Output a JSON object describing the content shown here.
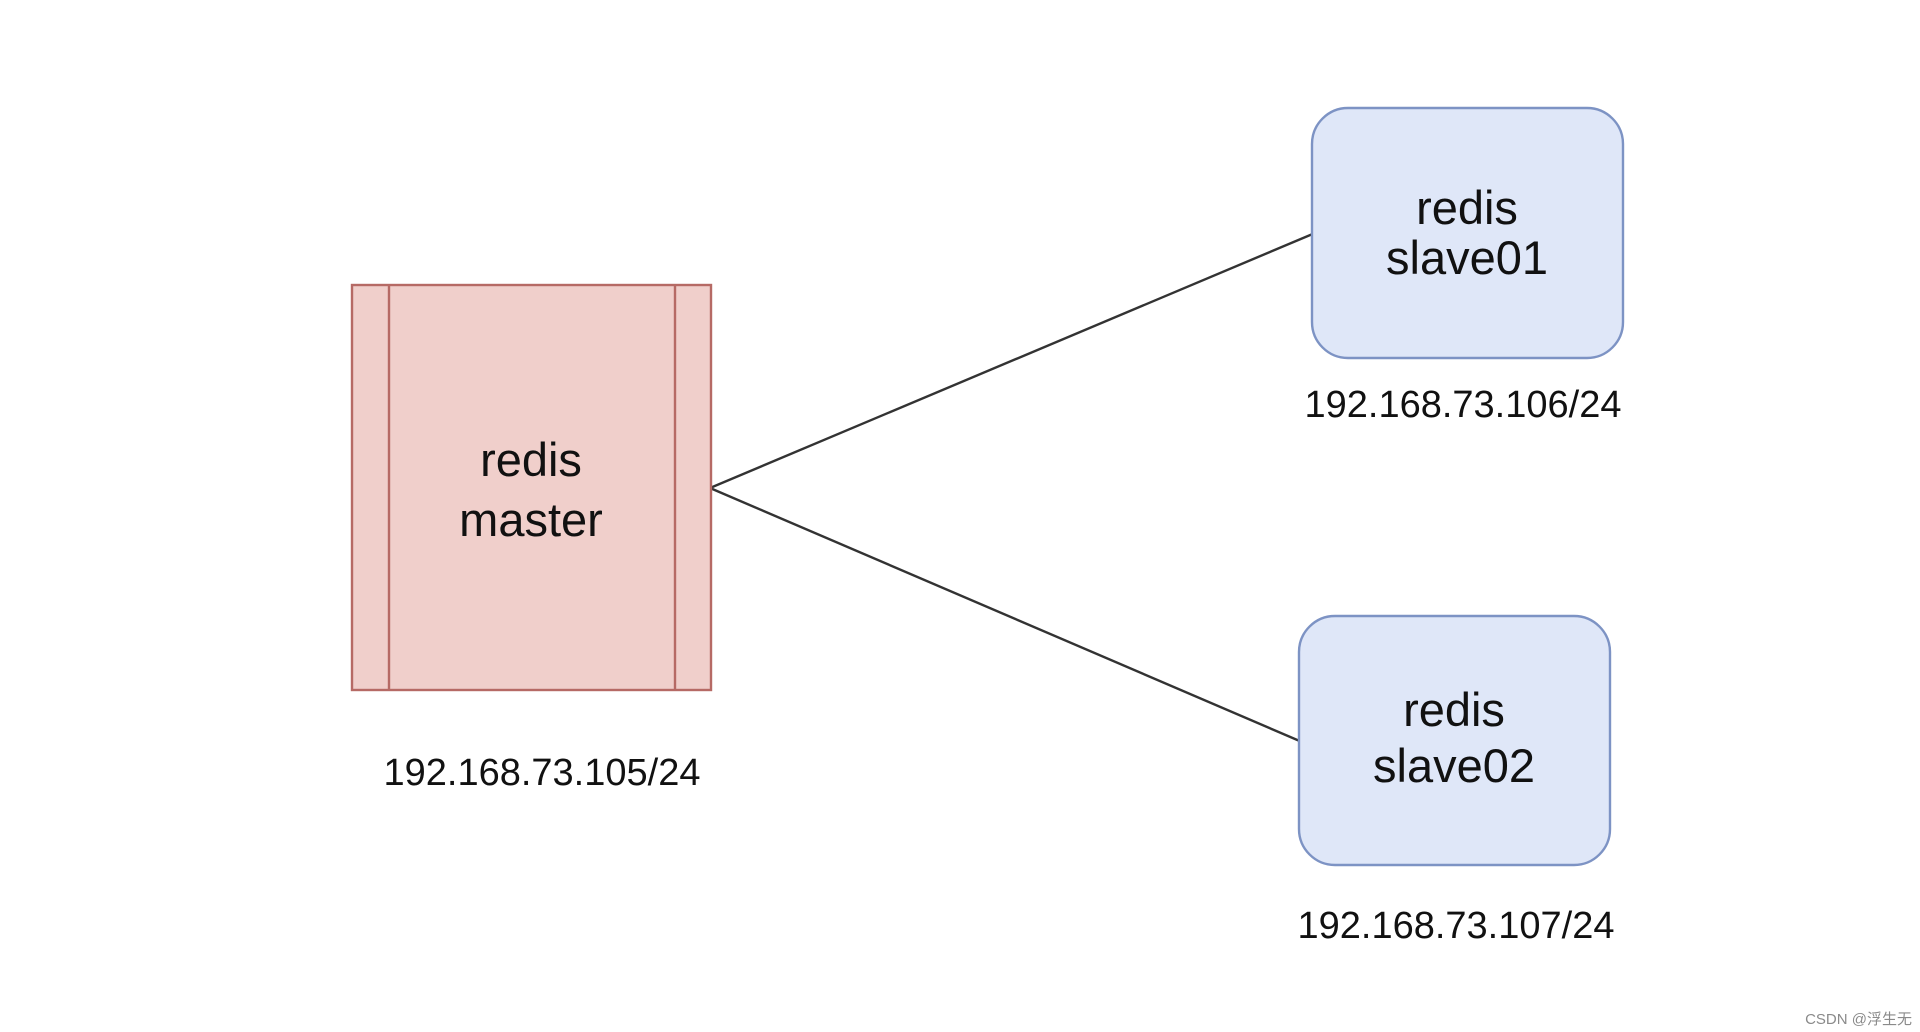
{
  "diagram": {
    "master": {
      "line1": "redis",
      "line2": "master",
      "ip": "192.168.73.105/24",
      "shape": "process",
      "fill_color": "#f0cfcb",
      "stroke_color": "#b66a65"
    },
    "slave01": {
      "line1": "redis",
      "line2": "slave01",
      "ip": "192.168.73.106/24",
      "shape": "rounded-rectangle",
      "fill_color": "#dfe7f8",
      "stroke_color": "#7d93c4"
    },
    "slave02": {
      "line1": "redis",
      "line2": "slave02",
      "ip": "192.168.73.107/24",
      "shape": "rounded-rectangle",
      "fill_color": "#dfe7f8",
      "stroke_color": "#7d93c4"
    },
    "connections": [
      {
        "from": "master",
        "to": "slave01"
      },
      {
        "from": "master",
        "to": "slave02"
      }
    ],
    "line_color": "#333333"
  },
  "watermark": "CSDN @浮生无"
}
